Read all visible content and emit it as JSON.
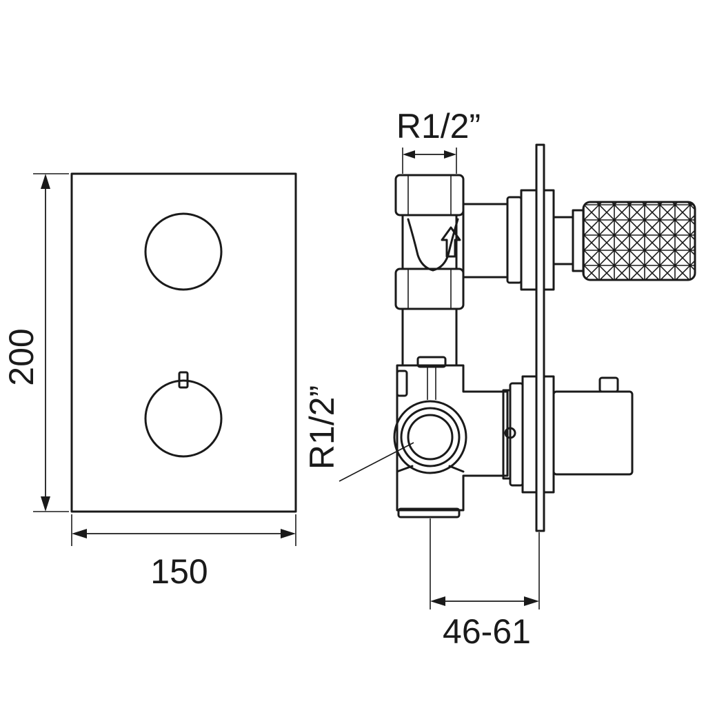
{
  "dimensions": {
    "height": "200",
    "width": "150",
    "depth": "46-61",
    "thread_top": "R1/2”",
    "thread_side": "R1/2”"
  },
  "colors": {
    "line": "#1a1a1a",
    "background": "#ffffff"
  }
}
